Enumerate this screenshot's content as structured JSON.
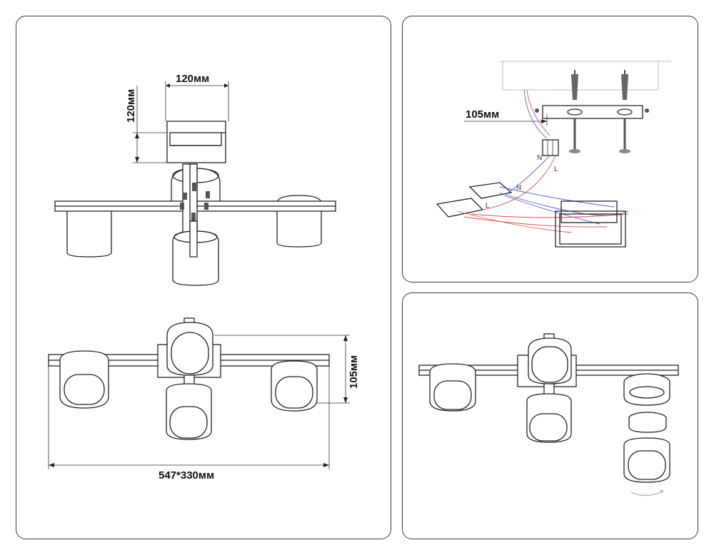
{
  "dimensions": {
    "box_width": "120мм",
    "box_height": "120мм",
    "mount_offset": "105мм",
    "fixture_height": "105мм",
    "overall_size": "547*330мм"
  },
  "wiring_labels": {
    "n1": "N",
    "l1": "L",
    "n2": "N",
    "l2": "L"
  },
  "colors": {
    "wire_live": "#e05050",
    "wire_neutral": "#5060d0",
    "outline": "#222222",
    "panel_border": "#3a3a3a"
  },
  "icons": [
    "wall-anchor-icon",
    "screw-icon",
    "wire-connector-icon",
    "rotate-arrow-icon"
  ]
}
